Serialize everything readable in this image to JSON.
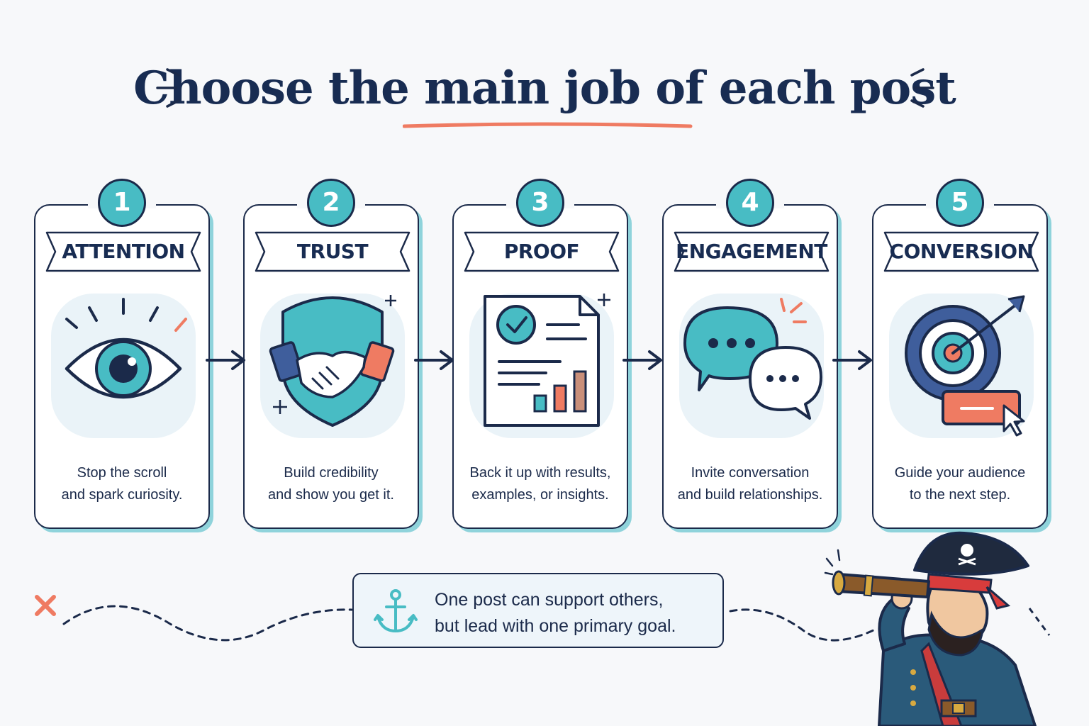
{
  "title": "Choose the main job of each post",
  "steps": [
    {
      "number": "1",
      "label": "ATTENTION",
      "icon": "eye-icon",
      "line1": "Stop the scroll",
      "line2": "and spark curiosity."
    },
    {
      "number": "2",
      "label": "TRUST",
      "icon": "handshake-shield-icon",
      "line1": "Build credibility",
      "line2": "and show you get it."
    },
    {
      "number": "3",
      "label": "PROOF",
      "icon": "report-chart-icon",
      "line1": "Back it up with results,",
      "line2": "examples, or insights."
    },
    {
      "number": "4",
      "label": "ENGAGEMENT",
      "icon": "chat-bubbles-icon",
      "line1": "Invite conversation",
      "line2": "and build relationships."
    },
    {
      "number": "5",
      "label": "CONVERSION",
      "icon": "target-arrow-icon",
      "line1": "Guide your audience",
      "line2": "to the next step."
    }
  ],
  "note": {
    "icon": "anchor-icon",
    "line1": "One post can support others,",
    "line2": "but lead with one primary goal."
  },
  "illustration": "pirate-with-spyglass",
  "colors": {
    "navy": "#1b2a4a",
    "teal": "#48bcc4",
    "coral": "#ef7b62",
    "light_bg": "#eaf3f8"
  }
}
